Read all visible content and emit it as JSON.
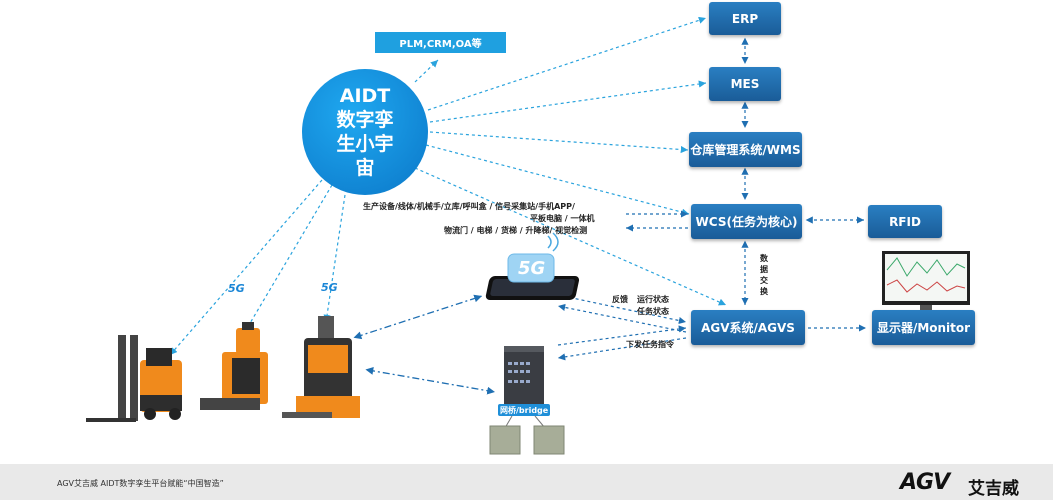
{
  "top_badge": "PLM,CRM,OA等",
  "hub": {
    "line1": "AIDT",
    "line2": "数字孪",
    "line3": "生小宇",
    "line4": "宙"
  },
  "boxes": {
    "erp": "ERP",
    "mes": "MES",
    "wms": "仓库管理系统/WMS",
    "wcs": "WCS(任务为核心)",
    "rfid": "RFID",
    "agvs": "AGV系统/AGVS",
    "monitor": "显示器/Monitor"
  },
  "devices_text": {
    "line1": "生产设备/线体/机械手/立库/呼叫盒 / 信号采集站/手机APP/",
    "line2": "平板电脑 / 一体机",
    "line3": "物流门 / 电梯 / 货梯 / 升降梯/ 视觉检测"
  },
  "data_exchange": [
    "数",
    "据",
    "交",
    "换"
  ],
  "agvs_labels": {
    "feedback": "反馈",
    "run_status": "运行状态",
    "task_status": "任务状态",
    "dispatch": "下发任务指令"
  },
  "bridge_label": "网桥/bridge",
  "g5_labels": [
    "5G",
    "5G"
  ],
  "phone_label": "5G",
  "footer": {
    "caption": "AGV艾吉威 AIDT数字孪生平台赋能“中国智造”",
    "brand_logo": "AGV",
    "brand_cn": "艾吉威"
  },
  "colors": {
    "box_blue": "#1f6fb2",
    "hub_blue": "#0b77c8",
    "accent": "#1fa0e0",
    "forklift_orange": "#f08a1c"
  }
}
